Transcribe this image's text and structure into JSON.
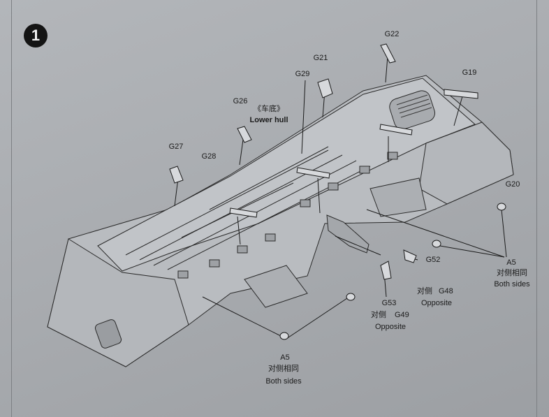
{
  "step": {
    "number": "1"
  },
  "hull": {
    "title_cn": "《车底》",
    "title_en": "Lower hull"
  },
  "parts": {
    "g22": "G22",
    "g21": "G21",
    "g19": "G19",
    "g26": "G26",
    "g29": "G29",
    "g27": "G27",
    "g28": "G28",
    "g20": "G20",
    "g52": "G52",
    "g48": "G48",
    "g53": "G53",
    "g49": "G49",
    "a5": "A5"
  },
  "notes": {
    "opposite_cn": "对侧",
    "opposite_en": "Opposite",
    "both_sides_cn": "对侧相同",
    "both_sides_en": "Both sides"
  }
}
